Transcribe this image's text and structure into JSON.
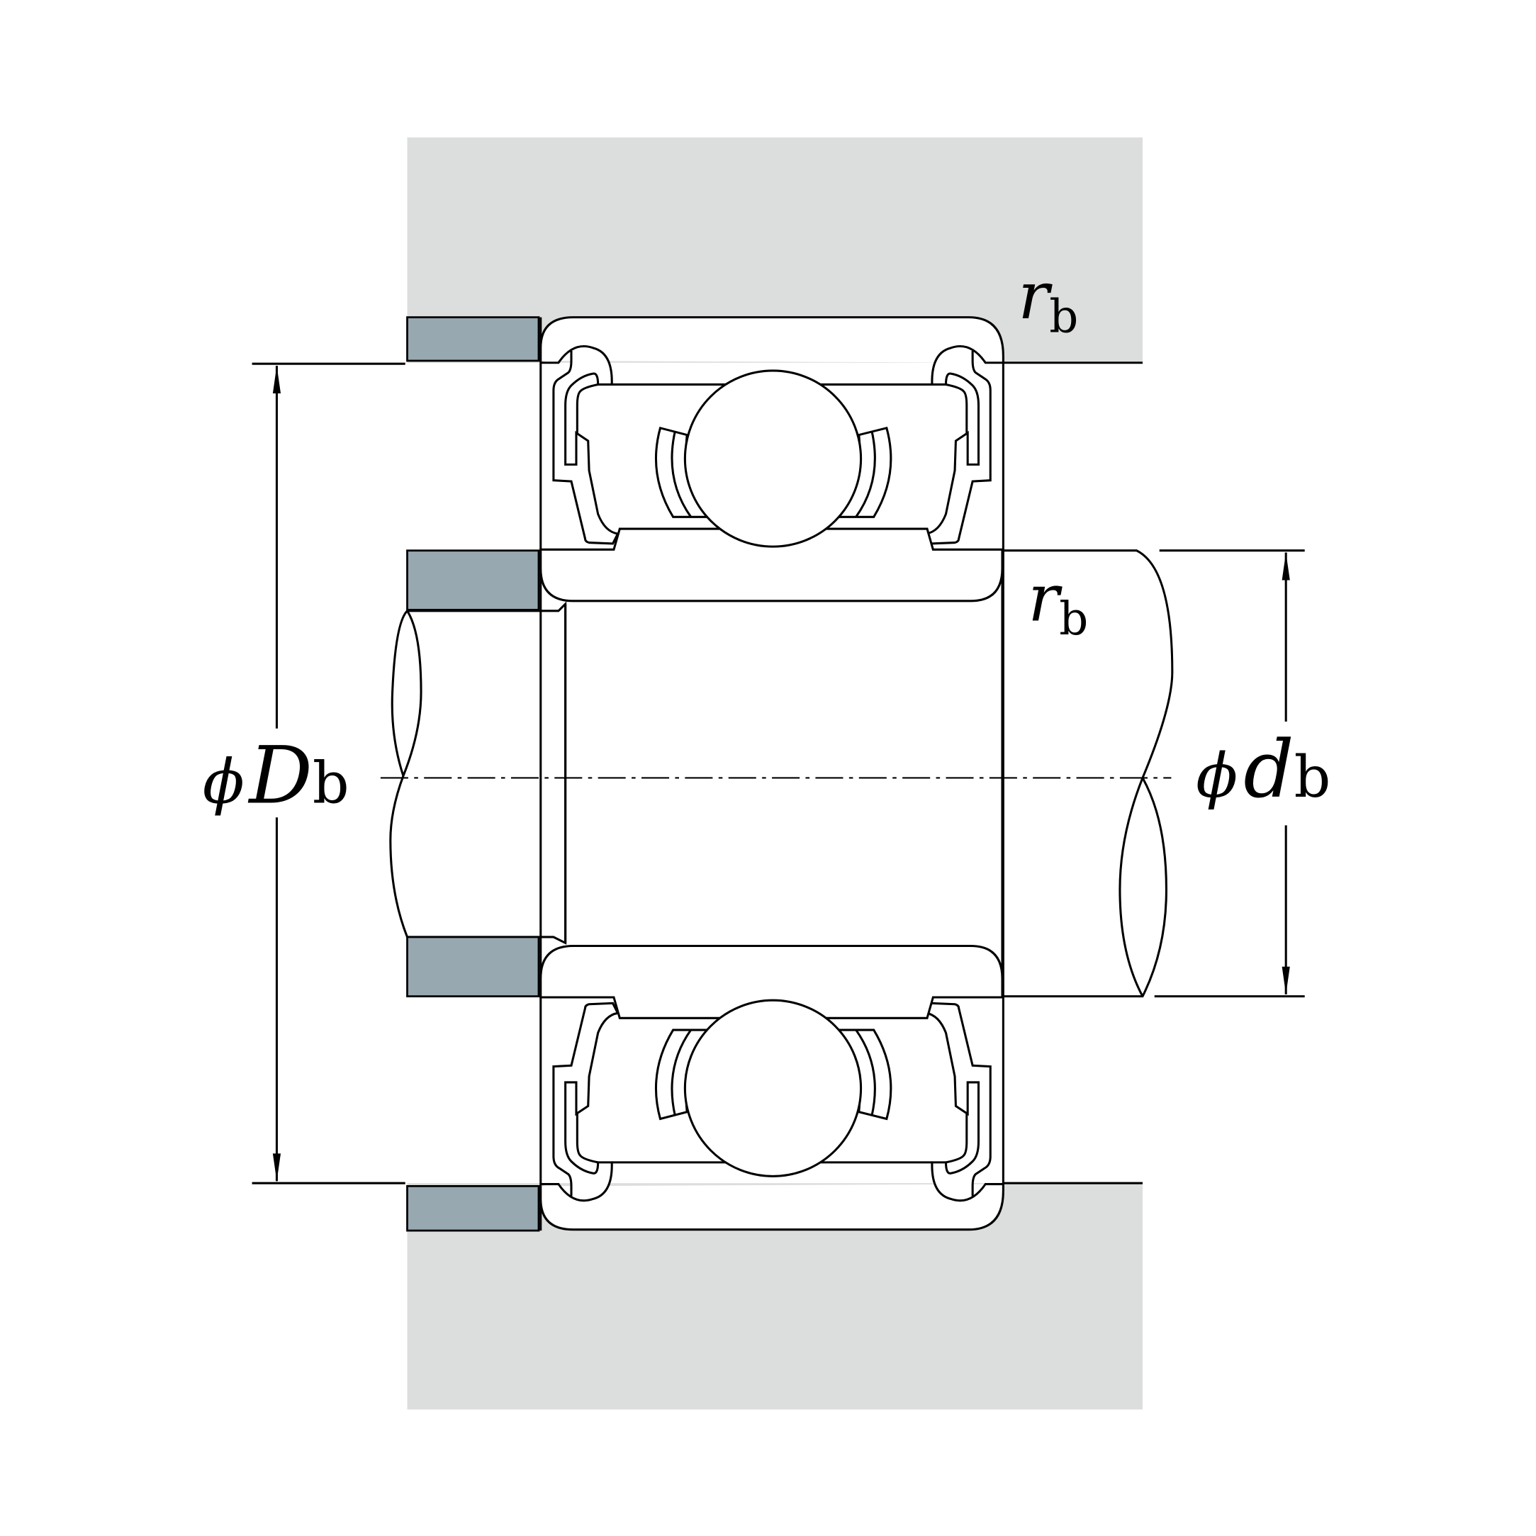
{
  "labels": {
    "Db_symbol": "ϕ",
    "Db_main": "D",
    "Db_sub": "b",
    "db_symbol": "ϕ",
    "db_main": "d",
    "db_sub": "b",
    "rb_top_main": "r",
    "rb_top_sub": "b",
    "rb_mid_main": "r",
    "rb_mid_sub": "b"
  },
  "colors": {
    "housing": "#dcdedd",
    "spacer": "#97a8b1",
    "line": "#000000"
  }
}
